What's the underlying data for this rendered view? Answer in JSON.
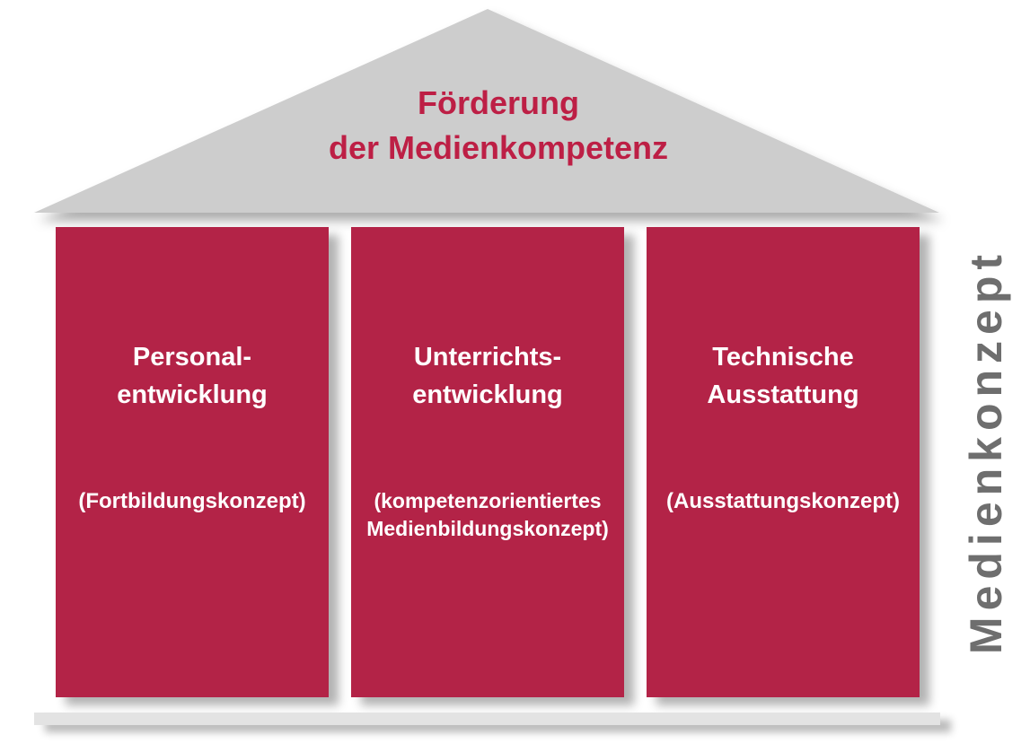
{
  "title": {
    "line1": "Förderung",
    "line2": "der Medienkompetenz"
  },
  "pillars": [
    {
      "heading_line1": "Personal-",
      "heading_line2": "entwicklung",
      "sub_line1": "(Fortbildungskonzept)",
      "sub_line2": ""
    },
    {
      "heading_line1": "Unterrichts-",
      "heading_line2": "entwicklung",
      "sub_line1": "(kompetenzorientiertes",
      "sub_line2": "Medienbildungskonzept)"
    },
    {
      "heading_line1": "Technische",
      "heading_line2": "Ausstattung",
      "sub_line1": "(Ausstattungskonzept)",
      "sub_line2": ""
    }
  ],
  "side_label": "Medienkonzept",
  "colors": {
    "pillar": "#b32347",
    "pillar_text": "#ffffff",
    "roof": "#cdcdcd",
    "title_text": "#bd1f45",
    "side_text": "#6e6e6e",
    "base_bar": "#e3e3e3"
  }
}
